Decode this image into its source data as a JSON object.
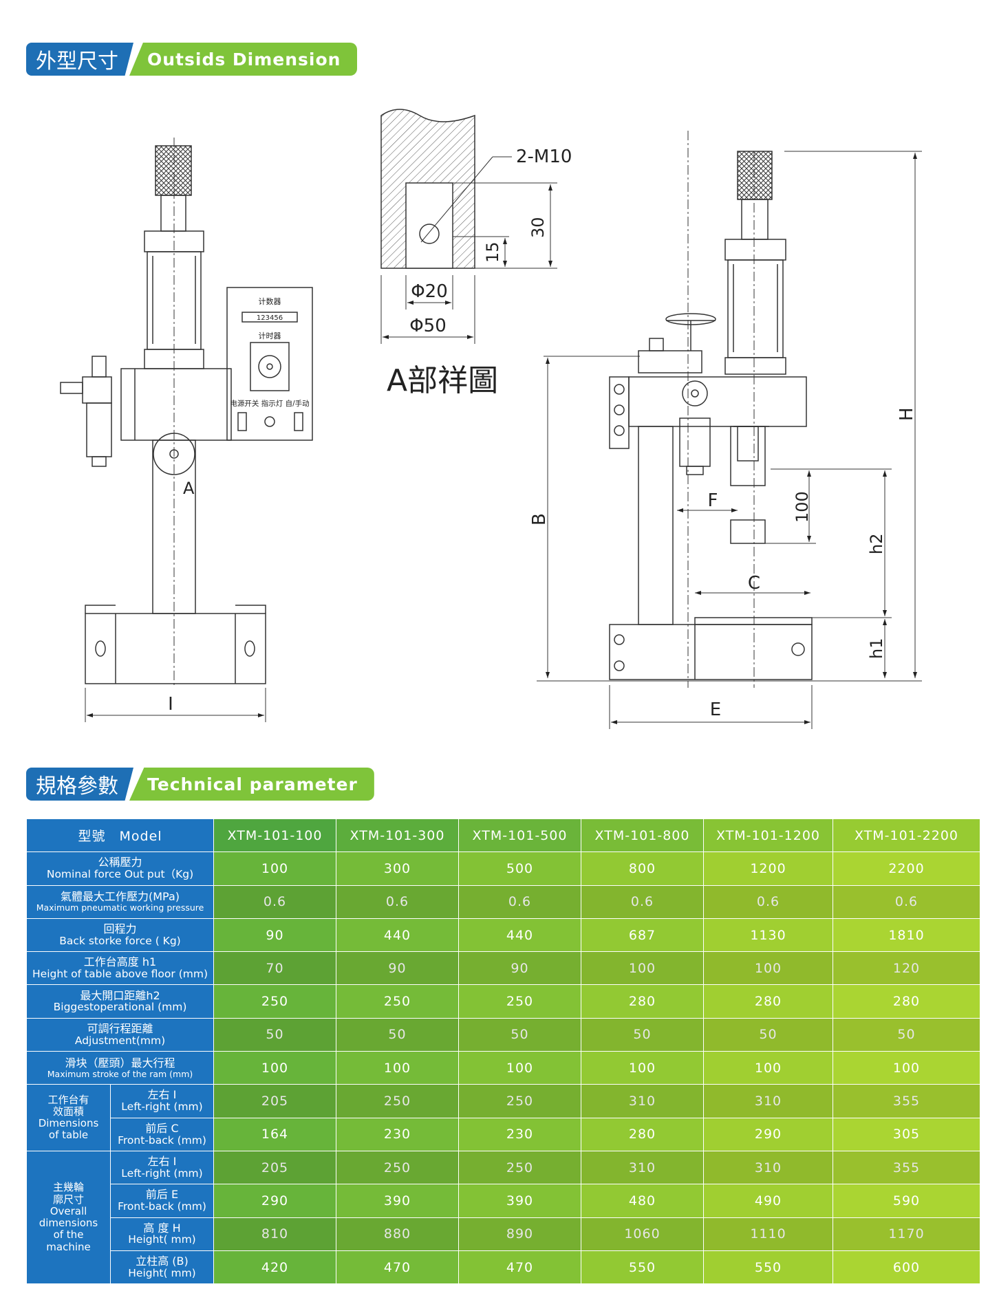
{
  "sections": {
    "outside": {
      "cn": "外型尺寸",
      "en": "Outsids Dimension"
    },
    "technical": {
      "cn": "規格參數",
      "en": "Technical parameter"
    }
  },
  "drawing": {
    "front_labels": {
      "counter": "计数器",
      "counter_value": "123456",
      "timer": "计时器",
      "switches": "电源开关 指示灯 自/手动",
      "detail_mark": "A",
      "width_dim": "I"
    },
    "detail": {
      "thread": "2-M10",
      "dim_30": "30",
      "dim_15": "15",
      "dia_20": "Φ20",
      "dia_50": "Φ50",
      "title": "A部祥圖"
    },
    "side_labels": {
      "H": "H",
      "B": "B",
      "F": "F",
      "dim_100": "100",
      "h2": "h2",
      "C": "C",
      "h1": "h1",
      "E": "E"
    }
  },
  "table": {
    "model_header": "型號　Model",
    "models": [
      "XTM-101-100",
      "XTM-101-300",
      "XTM-101-500",
      "XTM-101-800",
      "XTM-101-1200",
      "XTM-101-2200"
    ],
    "rows": [
      {
        "cn": "公稱壓力",
        "en": "Nominal force  Out put（Kg)",
        "values": [
          "100",
          "300",
          "500",
          "800",
          "1200",
          "2200"
        ]
      },
      {
        "cn": "氣體最大工作壓力(MPa)",
        "en": "Maximum pneumatic working pressure",
        "small": true,
        "values": [
          "0.6",
          "0.6",
          "0.6",
          "0.6",
          "0.6",
          "0.6"
        ]
      },
      {
        "cn": "回程力",
        "en": "Back storke force ( Kg)",
        "values": [
          "90",
          "440",
          "440",
          "687",
          "1130",
          "1810"
        ]
      },
      {
        "cn": "工作台高度  h1",
        "en": "Height of table above floor (mm)",
        "values": [
          "70",
          "90",
          "90",
          "100",
          "100",
          "120"
        ]
      },
      {
        "cn": "最大開口距離h2",
        "en": "Biggestoperational (mm)",
        "values": [
          "250",
          "250",
          "250",
          "280",
          "280",
          "280"
        ]
      },
      {
        "cn": "可調行程距離",
        "en": "Adjustment(mm)",
        "values": [
          "50",
          "50",
          "50",
          "50",
          "50",
          "50"
        ]
      },
      {
        "cn": "滑块（壓頭）最大行程",
        "en": "Maximum stroke of the ram (mm)",
        "small": true,
        "values": [
          "100",
          "100",
          "100",
          "100",
          "100",
          "100"
        ]
      }
    ],
    "group1": {
      "label_lines": [
        "工作台有",
        "效面積",
        "Dimensions",
        "of table"
      ],
      "rows": [
        {
          "cn": "左右 I",
          "en": "Left-right (mm)",
          "values": [
            "205",
            "250",
            "250",
            "310",
            "310",
            "355"
          ]
        },
        {
          "cn": "前后 C",
          "en": "Front-back (mm)",
          "values": [
            "164",
            "230",
            "230",
            "280",
            "290",
            "305"
          ]
        }
      ]
    },
    "group2": {
      "label_lines": [
        "主幾輪",
        "廓尺寸",
        "Overall",
        "dimensions",
        "of the",
        "machine"
      ],
      "rows": [
        {
          "cn": "左右 I",
          "en": "Left-right (mm)",
          "values": [
            "205",
            "250",
            "250",
            "310",
            "310",
            "355"
          ]
        },
        {
          "cn": "前后 E",
          "en": "Front-back (mm)",
          "values": [
            "290",
            "390",
            "390",
            "480",
            "490",
            "590"
          ]
        },
        {
          "cn": "高 度  H",
          "en": "Height( mm)",
          "values": [
            "810",
            "880",
            "890",
            "1060",
            "1110",
            "1170"
          ]
        },
        {
          "cn": "立柱高 (B)",
          "en": "Height( mm)",
          "values": [
            "420",
            "470",
            "470",
            "550",
            "550",
            "600"
          ]
        }
      ]
    }
  }
}
